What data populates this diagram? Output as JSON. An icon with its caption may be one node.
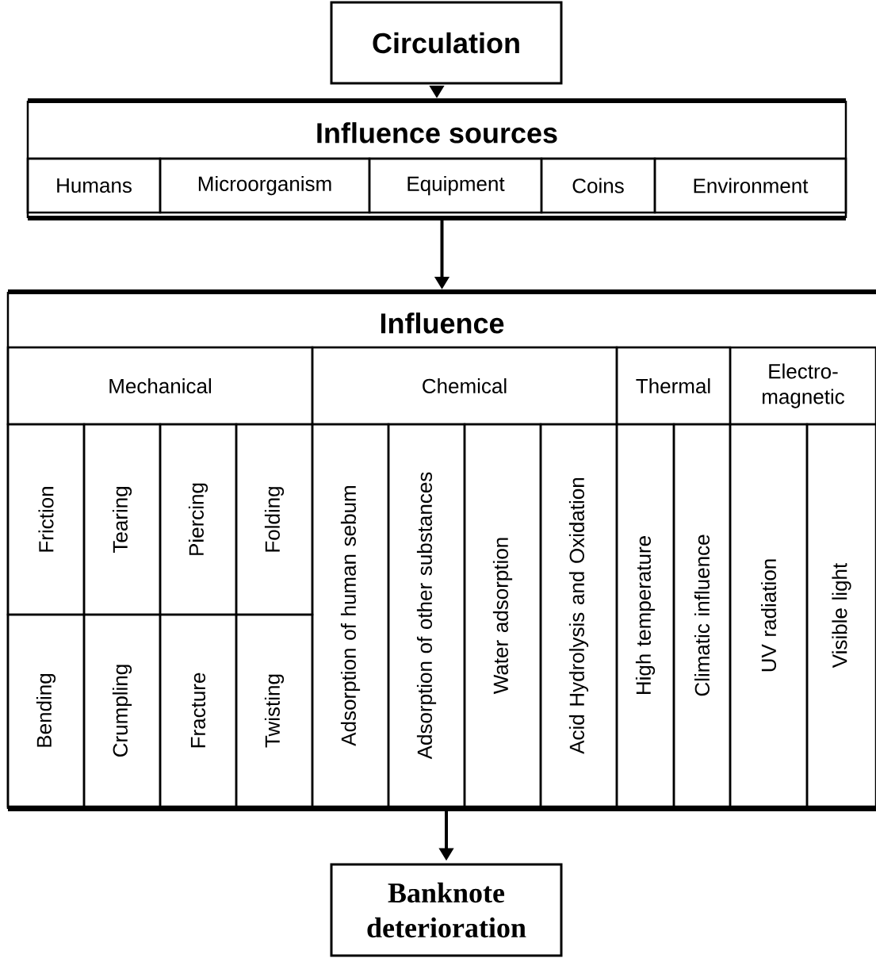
{
  "diagram": {
    "nodes": [
      {
        "text": [
          "Circulation"
        ]
      },
      {
        "text": [
          "Influence sources"
        ]
      },
      {
        "text": [
          "Humans"
        ],
        "in": 1
      },
      {
        "text": [
          "Microorganism"
        ],
        "in": 1
      },
      {
        "text": [
          "Equipment"
        ],
        "in": 1
      },
      {
        "text": [
          "Coins"
        ],
        "in": 1
      },
      {
        "text": [
          "Environment"
        ],
        "in": 1
      },
      {
        "text": [
          "Influence"
        ]
      },
      {
        "text": [
          "Mechanical"
        ],
        "in": 7
      },
      {
        "text": [
          "Chemical"
        ],
        "in": 7
      },
      {
        "text": [
          "Thermal"
        ],
        "in": 7
      },
      {
        "text": [
          "Electro-magnetic"
        ],
        "in": 7
      },
      {
        "text": [
          "Friction"
        ],
        "in": 7
      },
      {
        "text": [
          "Tearing"
        ],
        "in": 7
      },
      {
        "text": [
          "Piercing"
        ],
        "in": 7
      },
      {
        "text": [
          "Folding"
        ],
        "in": 7
      },
      {
        "text": [
          "Bending"
        ],
        "in": 7
      },
      {
        "text": [
          "Crumpling"
        ],
        "in": 7
      },
      {
        "text": [
          "Fracture"
        ],
        "in": 7
      },
      {
        "text": [
          "Twisting"
        ],
        "in": 7
      },
      {
        "text": [
          "Adsorption of human sebum"
        ],
        "in": 7
      },
      {
        "text": [
          "Adsorption of other substances"
        ],
        "in": 7
      },
      {
        "text": [
          "Water adsorption"
        ],
        "in": 7
      },
      {
        "text": [
          "Acid Hydrolysis and Oxidation"
        ],
        "in": 7
      },
      {
        "text": [
          "High temperature"
        ],
        "in": 7
      },
      {
        "text": [
          "Climatic influence"
        ],
        "in": 7
      },
      {
        "text": [
          "UV radiation"
        ],
        "in": 7
      },
      {
        "text": [
          "Visible light"
        ],
        "in": 7
      },
      {
        "text": [
          "Banknote deterioration"
        ]
      }
    ],
    "edges": [
      {
        "from": 0,
        "to": 1,
        "arrow": "to"
      },
      {
        "from": 1,
        "to": 7,
        "arrow": "to"
      },
      {
        "from": 7,
        "to": 28,
        "arrow": "to"
      }
    ]
  }
}
